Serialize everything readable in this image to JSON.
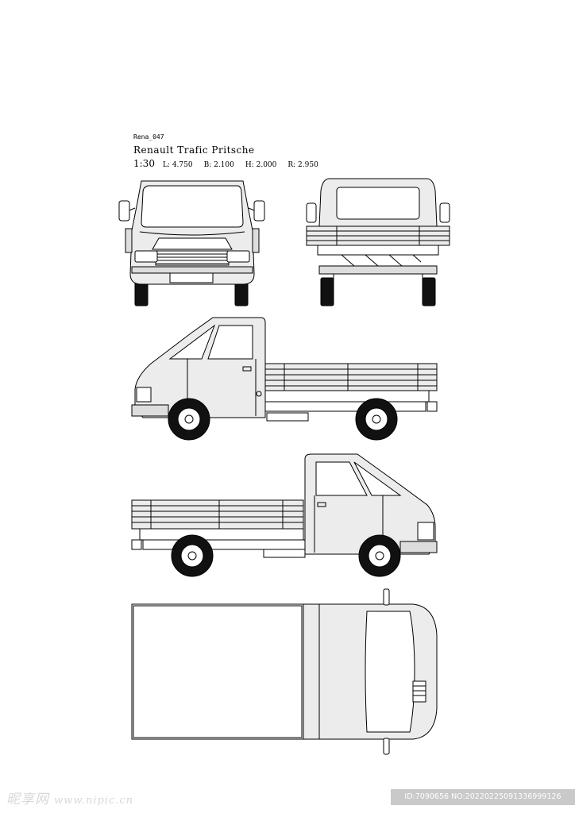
{
  "header": {
    "code": "Rena_047",
    "title": "Renault Trafic Pritsche",
    "scale": "1:30",
    "length": "L: 4.750",
    "width": "B: 2.100",
    "height": "H: 2.000",
    "wheelbase": "R: 2.950"
  },
  "watermark": {
    "site_name": "昵享网",
    "site_url": "www.nipic.cn",
    "image_id": "ID:7090656 NO:20220225091336999126"
  },
  "colors": {
    "line": "#000000",
    "body_fill": "#ececec",
    "glass_fill": "#ffffff",
    "tire_fill": "#111111"
  }
}
